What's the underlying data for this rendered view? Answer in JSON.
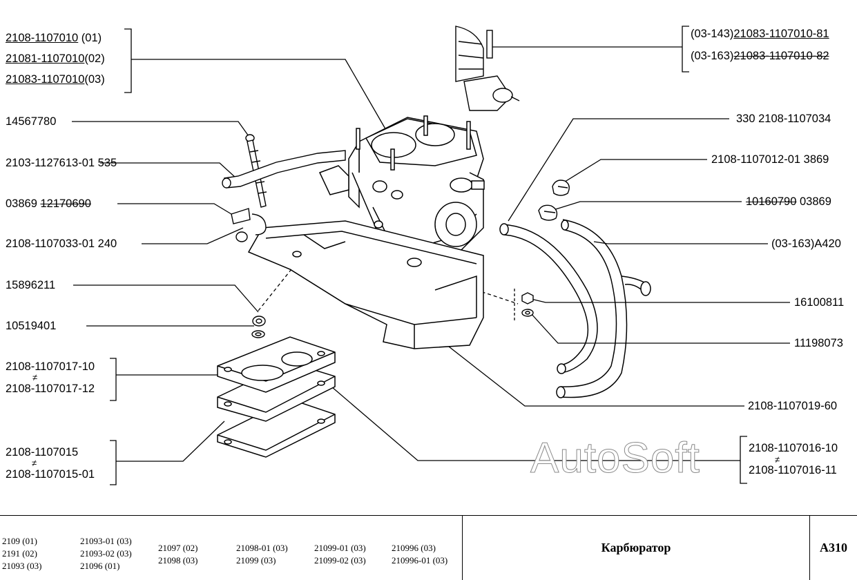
{
  "labels": {
    "l1a_code": "2108-1107010",
    "l1a_var": " (01)",
    "l1b_code": "21081-1107010",
    "l1b_var": "(02)",
    "l1c_code": "21083-1107010",
    "l1c_var": "(03)",
    "l2": "14567780",
    "l3": "2103-1127613-01  535",
    "l4_pre": "03869 ",
    "l4_code": "12170690",
    "l5": "2108-1107033-01  240",
    "l6": "15896211",
    "l7": "10519401",
    "l8a": "2108-1107017-10",
    "l8b": "2108-1107017-12",
    "l9a": "2108-1107015",
    "l9b": "2108-1107015-01",
    "r1a_pre": "(03-143)",
    "r1a_code": "21083-1107010-81",
    "r1b_pre": "(03-163)",
    "r1b_code": "21083-1107010-82",
    "r2": "330  2108-1107034",
    "r3": "2108-1107012-01  3869",
    "r4_code": "10160790",
    "r4_post": " 03869",
    "r5": "(03-163)A420",
    "r6": "16100811",
    "r7": "11198073",
    "r8": "2108-1107019-60",
    "r9a": "2108-1107016-10",
    "r9b": "2108-1107016-11",
    "neq": "≠"
  },
  "watermark": "AutoSoft",
  "footer": {
    "models": [
      [
        "2109 (01)",
        "2191 (02)",
        "21093 (03)"
      ],
      [
        "21093-01 (03)",
        "21093-02 (03)",
        "21096 (01)"
      ],
      [
        "21097 (02)",
        "21098 (03)"
      ],
      [
        "21098-01 (03)",
        "21099 (03)"
      ],
      [
        "21099-01 (03)",
        "21099-02 (03)"
      ],
      [
        "210996 (03)",
        "210996-01 (03)"
      ]
    ],
    "title": "Карбюратор",
    "code": "A310"
  }
}
